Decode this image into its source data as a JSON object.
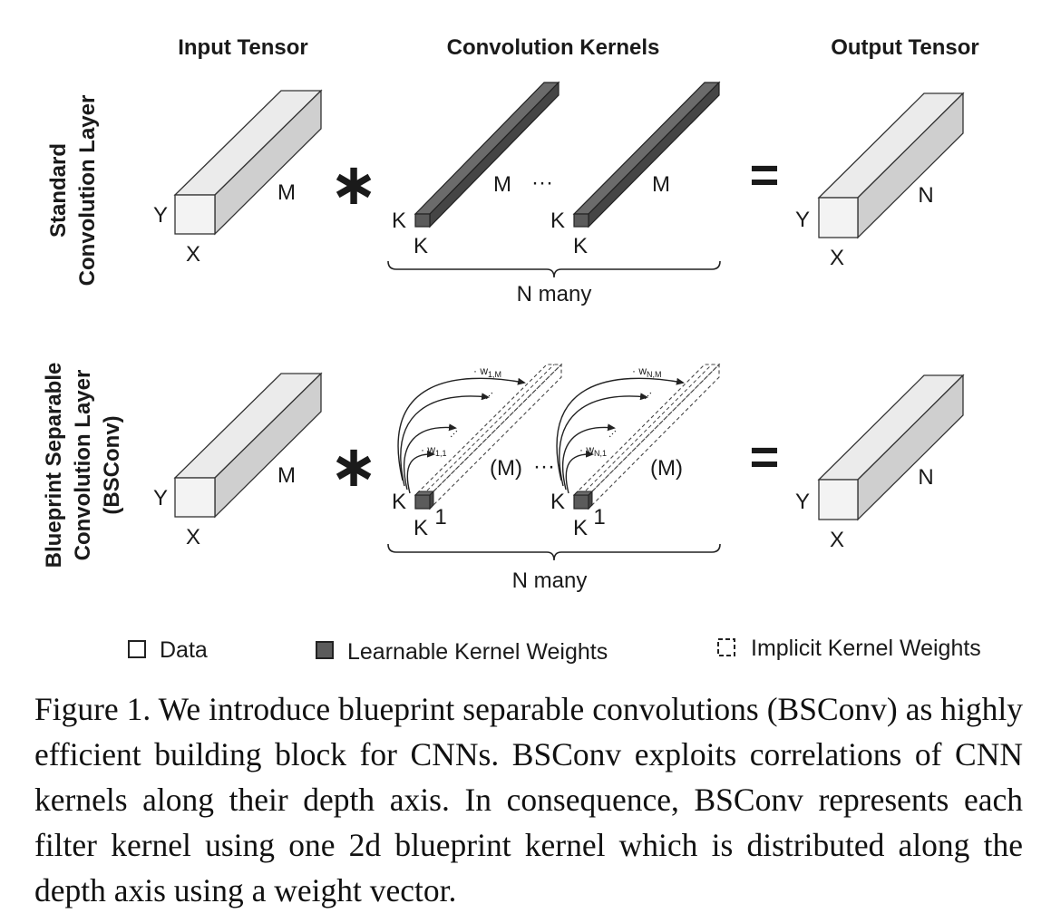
{
  "columns": {
    "input": "Input Tensor",
    "kernels": "Convolution Kernels",
    "output": "Output Tensor"
  },
  "rows": {
    "standard": [
      "Standard",
      "Convolution Layer"
    ],
    "bsconv": [
      "Blueprint Separable",
      "Convolution Layer",
      "(BSConv)"
    ]
  },
  "operators": {
    "convolve": "∗",
    "equals": "="
  },
  "labels": {
    "X": "X",
    "Y": "Y",
    "M": "M",
    "N": "N",
    "K": "K",
    "one": "1",
    "M_paren": "(M)",
    "ellipsis": "···",
    "n_many": "N many",
    "w11": "· w",
    "w11_sub": "1,1",
    "w1M": "· w",
    "w1M_sub": "1,M",
    "wN1": "· w",
    "wN1_sub": "N,1",
    "wNM": "· w",
    "wNM_sub": "N,M",
    "dots": "···"
  },
  "legend": {
    "data": "Data",
    "learnable": "Learnable Kernel Weights",
    "implicit": "Implicit Kernel Weights"
  },
  "colors": {
    "data_front": "#f3f3f3",
    "data_top": "#ebebeb",
    "data_side": "#cfcfcf",
    "kernel_front": "#5b5b5b",
    "kernel_top": "#6b6b6b",
    "kernel_side": "#454545"
  },
  "caption": "Figure 1. We introduce blueprint separable convolutions (BSConv) as highly efficient building block for CNNs. BSConv exploits correlations of CNN kernels along their depth axis. In consequence, BSConv represents each filter kernel using one 2d blueprint kernel which is distributed along the depth axis using a weight vector."
}
